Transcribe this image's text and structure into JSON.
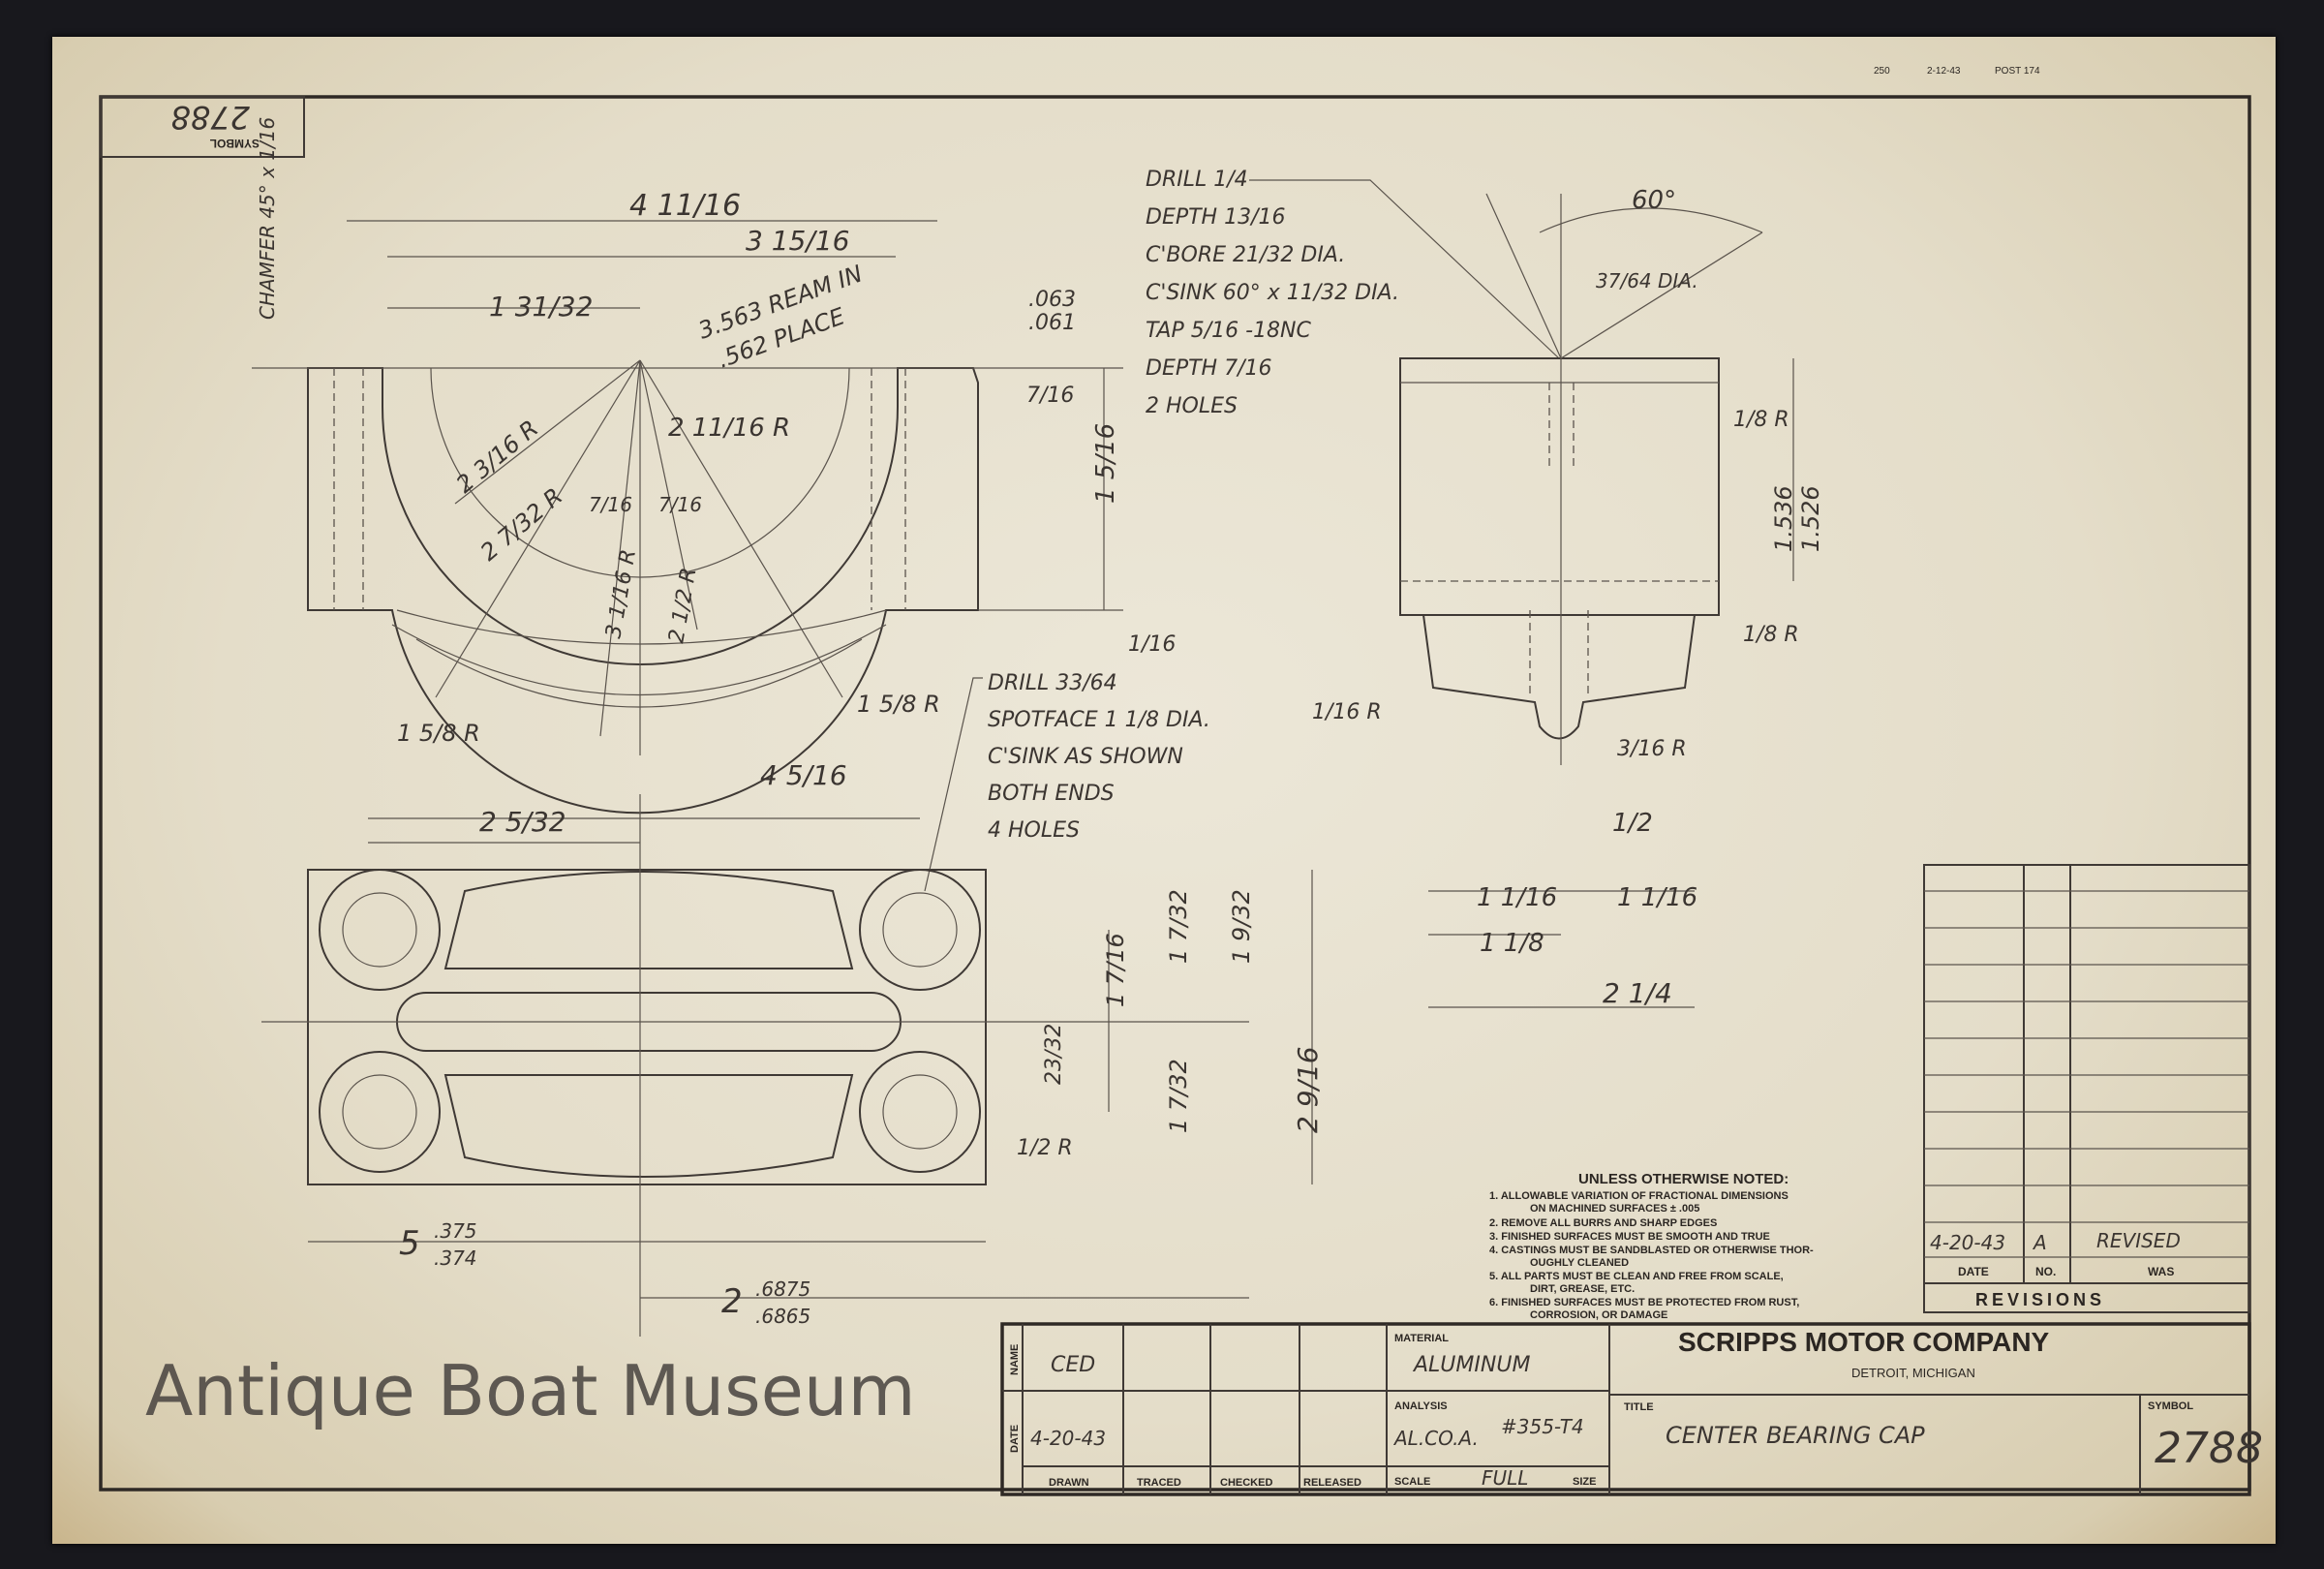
{
  "stamp": {
    "number": "250",
    "date": "2-12-43",
    "post": "POST 174"
  },
  "corner_symbol": {
    "label": "SYMBOL",
    "value": "2788"
  },
  "front_view": {
    "chamfer": "CHAMFER 45° x 1/16",
    "overall_width": "4 11/16",
    "bolt_spacing": "3 15/16",
    "half_width": "1 31/32",
    "ream": "3.563 REAM IN",
    "ream2": ".562 PLACE",
    "top_tol": ".063",
    "top_tol2": ".061",
    "tap_depth": "7/16",
    "height": "1 5/16",
    "bottom_step": "1/16",
    "r_inner": "2 11/16 R",
    "r_a": "2 3/16 R",
    "r_b": "2 7/32 R",
    "groove_left": "7/16",
    "groove_right": "7/16",
    "r_c": "3 1/16 R",
    "r_d": "2 1/2 R",
    "r_left": "1 5/8 R",
    "r_right": "1 5/8 R"
  },
  "drill_note_1": [
    "DRILL 1/4",
    "DEPTH 13/16",
    "C'BORE 21/32 DIA.",
    "C'SINK 60° x 11/32 DIA.",
    "TAP 5/16 -18NC",
    "DEPTH 7/16",
    "2 HOLES"
  ],
  "side_view": {
    "angle": "60°",
    "hole_dia": "37/64 DIA.",
    "r_top": "1/8 R",
    "height": "1.536",
    "height2": "1.526",
    "r_mid": "1/8 R",
    "r_left": "1/16 R",
    "r_bottom": "3/16 R",
    "web": "1/2",
    "half_left": "1 1/16",
    "half_right": "1 1/16",
    "offset": "1 1/8",
    "width": "2 1/4"
  },
  "drill_note_2": [
    "DRILL 33/64",
    "SPOTFACE 1 1/8 DIA.",
    "C'SINK AS SHOWN",
    "BOTH ENDS",
    "4 HOLES"
  ],
  "plan_view": {
    "hole_spacing": "4 5/16",
    "half_spacing": "2 5/32",
    "inner": "1 7/16",
    "upper": "1 7/32",
    "upper2": "1 9/32",
    "center": "23/32",
    "lower": "1 7/32",
    "depth": "2 9/16",
    "r_corner": "1/2 R",
    "length": "5",
    "length_tol": ".375",
    "length_tol2": ".374",
    "bore_center": "2",
    "bore_tol": ".6875",
    "bore_tol2": ".6865"
  },
  "notes": {
    "heading": "UNLESS OTHERWISE NOTED:",
    "items": [
      "1. ALLOWABLE VARIATION OF FRACTIONAL DIMENSIONS",
      "ON MACHINED SURFACES ± .005",
      "2. REMOVE ALL BURRS AND SHARP EDGES",
      "3. FINISHED SURFACES MUST BE SMOOTH AND TRUE",
      "4. CASTINGS MUST BE SANDBLASTED OR OTHERWISE THOR-",
      "OUGHLY CLEANED",
      "5. ALL PARTS MUST BE CLEAN AND FREE FROM SCALE,",
      "DIRT, GREASE, ETC.",
      "6. FINISHED SURFACES MUST BE PROTECTED FROM RUST,",
      "CORROSION, OR DAMAGE"
    ]
  },
  "revisions": {
    "title": "REVISIONS",
    "headers": [
      "DATE",
      "NO.",
      "WAS"
    ],
    "rows": [
      {
        "date": "4-20-43",
        "no": "A",
        "was": "REVISED"
      }
    ]
  },
  "title_block": {
    "name_label": "NAME",
    "date_label": "DATE",
    "name": "CED",
    "date": "4-20-43",
    "roles": [
      "DRAWN",
      "TRACED",
      "CHECKED",
      "RELEASED"
    ],
    "material_label": "MATERIAL",
    "material": "ALUMINUM",
    "analysis_label": "ANALYSIS",
    "analysis": "AL.CO.A.",
    "analysis_code": "#355-T4",
    "scale_label": "SCALE",
    "scale": "FULL",
    "size_label": "SIZE",
    "company": "SCRIPPS MOTOR COMPANY",
    "location": "DETROIT, MICHIGAN",
    "title_label": "TITLE",
    "title": "CENTER BEARING CAP",
    "symbol_label": "SYMBOL",
    "symbol": "2788"
  },
  "watermark": "Antique Boat Museum"
}
